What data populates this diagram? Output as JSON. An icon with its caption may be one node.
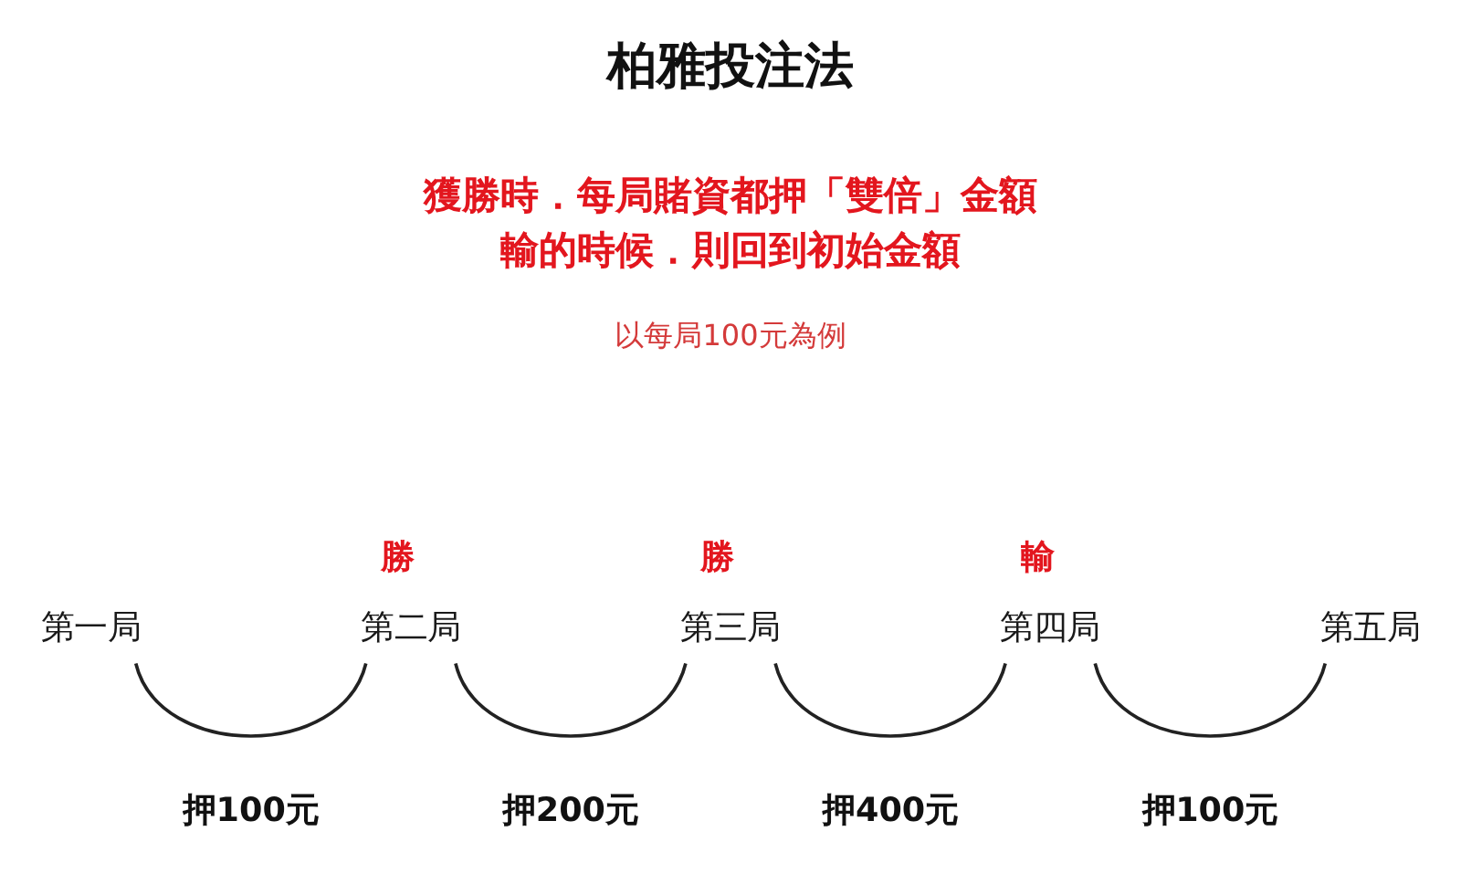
{
  "diagram": {
    "title": "柏雅投注法",
    "nodes": [
      {
        "text": [
          "第一局"
        ]
      },
      {
        "text": [
          "第二局"
        ],
        "beside": [
          "勝"
        ]
      },
      {
        "text": [
          "第三局"
        ],
        "beside": [
          "勝"
        ]
      },
      {
        "text": [
          "第四局"
        ],
        "beside": [
          "輸"
        ]
      },
      {
        "text": [
          "第五局"
        ]
      }
    ],
    "edges": [
      {
        "from": 0,
        "to": 1,
        "arrow": "none",
        "label": "押100元"
      },
      {
        "from": 1,
        "to": 2,
        "arrow": "none",
        "label": "押200元"
      },
      {
        "from": 2,
        "to": 3,
        "arrow": "none",
        "label": "押400元"
      },
      {
        "from": 3,
        "to": 4,
        "arrow": "none",
        "label": "押100元"
      }
    ],
    "labels": [
      "獲勝時．每局賭資都押「雙倍」金額",
      "輸的時候．則回到初始金額",
      "以每局100元為例"
    ]
  }
}
